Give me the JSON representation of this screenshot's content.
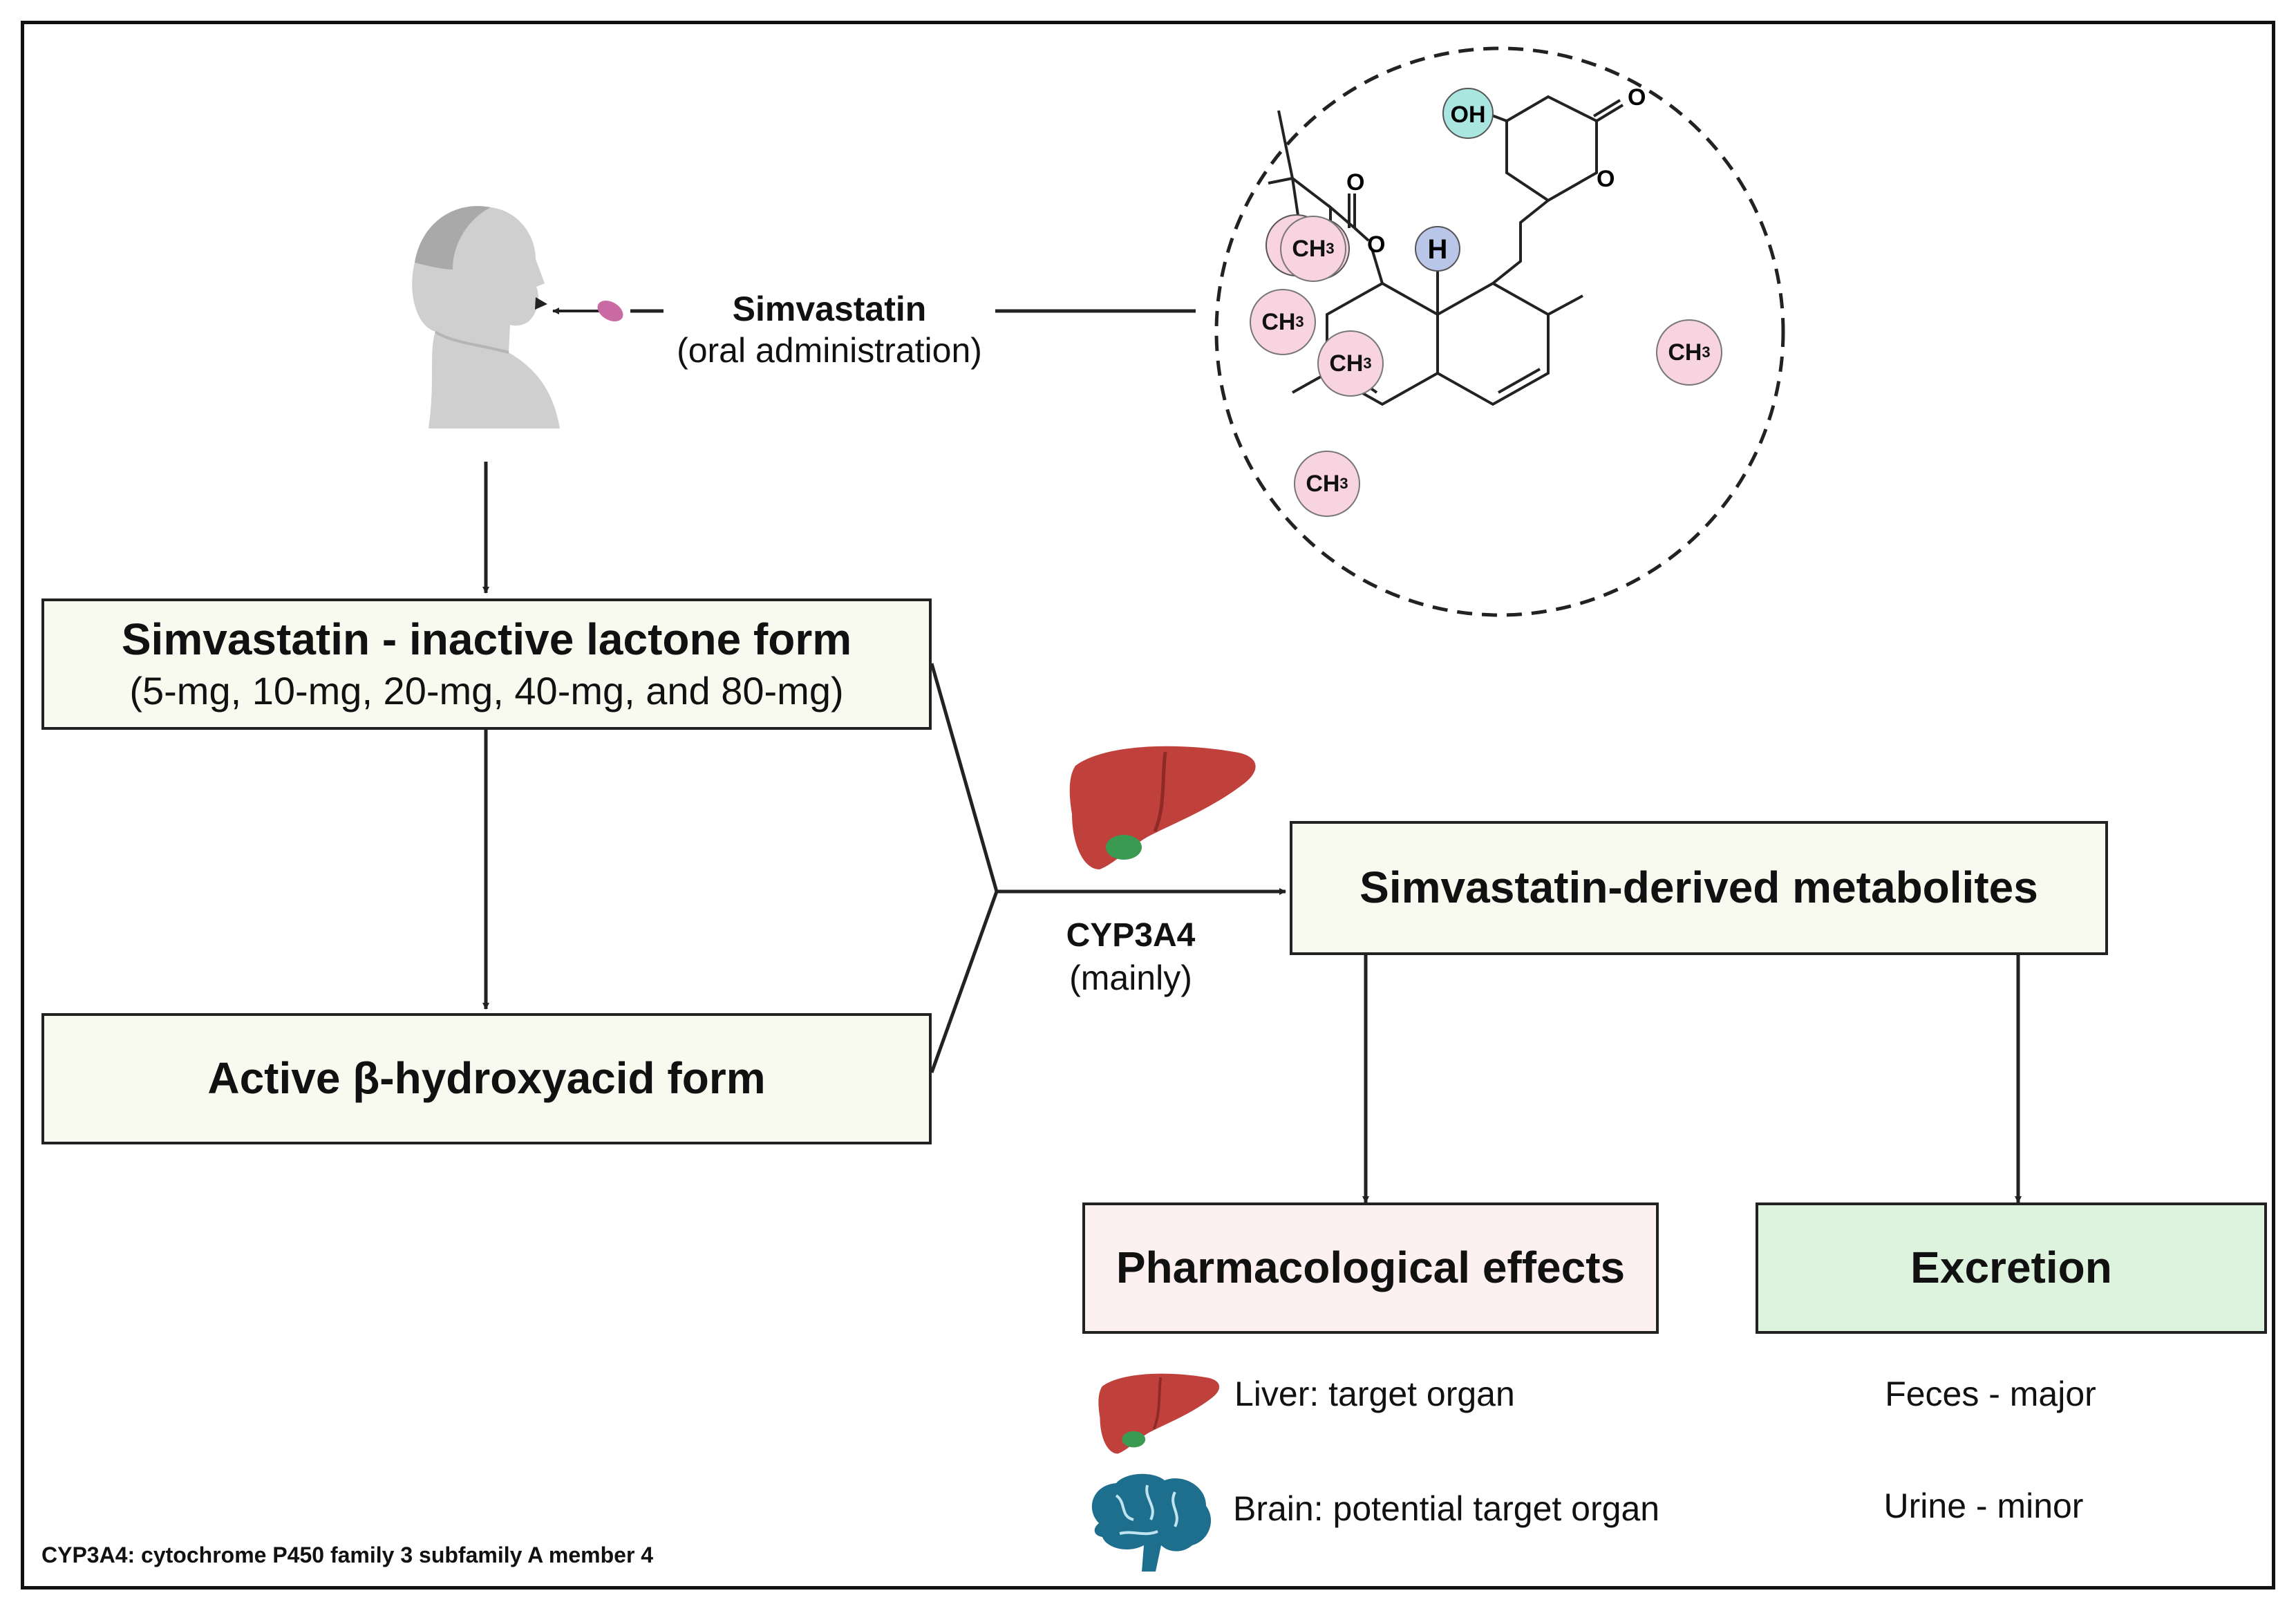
{
  "administration": {
    "drug": "Simvastatin",
    "route": "(oral administration)"
  },
  "structure": {
    "oh": "OH",
    "h": "H",
    "oxygen": "O",
    "methyl": "CH",
    "methyl_sub": "3"
  },
  "boxes": {
    "lactone": {
      "title": "Simvastatin - inactive lactone form",
      "doses": "(5-mg, 10-mg, 20-mg, 40-mg, and 80-mg)"
    },
    "active": {
      "title": "Active β-hydroxyacid form"
    },
    "metabolites": {
      "title": "Simvastatin-derived metabolites"
    },
    "pharmacological": {
      "title": "Pharmacological effects"
    },
    "excretion": {
      "title": "Excretion"
    }
  },
  "enzyme": {
    "name": "CYP3A4",
    "qualifier": "(mainly)"
  },
  "effects": {
    "liver": "Liver: target organ",
    "brain": "Brain: potential target organ"
  },
  "excretion_routes": {
    "feces": "Feces - major",
    "urine": "Urine - minor"
  },
  "footnote": "CYP3A4: cytochrome P450 family 3 subfamily A member 4",
  "colors": {
    "box_neutral": "#f9faef",
    "box_pharm": "#fcf0f0",
    "box_excretion": "#ddf3dd",
    "liver": "#c0413c",
    "liver_dark": "#8f2a27",
    "gallbladder": "#3a9a52",
    "brain": "#1e6f8e",
    "oh_marker": "#a9e6df",
    "h_marker": "#b9c6e8",
    "ch3_marker": "#f8d3e0",
    "pill": "#c96aa5",
    "person": "#c9c9c9"
  }
}
